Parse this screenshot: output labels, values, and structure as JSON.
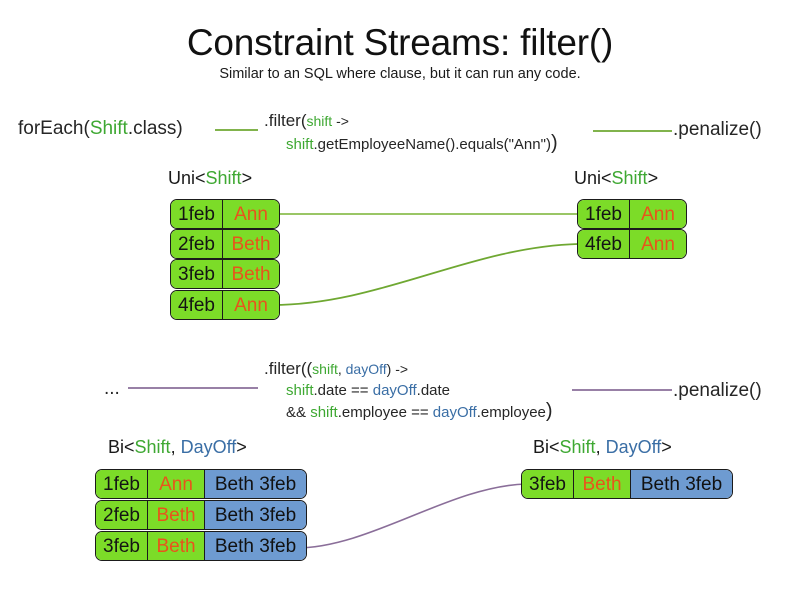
{
  "header": {
    "title": "Constraint Streams: filter()",
    "subtitle": "Similar to an SQL where clause, but it can run any code."
  },
  "colors": {
    "shift_green": "#3EA832",
    "dayoff_blue": "#3A6EA5",
    "box_green": "#7CDC28",
    "box_blue": "#6E9BD1",
    "name_orange": "#E8541C",
    "link_green": "#7DB842",
    "link_purple": "#8A6E99",
    "text": "#262626"
  },
  "uni_section": {
    "source": {
      "prefix": "forEach(",
      "type": "Shift",
      "suffix": ".class)"
    },
    "filter": {
      "line1_prefix": ".filter(",
      "line1_var": "shift",
      "line1_suffix": " ->",
      "line2_var": "shift",
      "line2_body": ".getEmployeeName().equals(\"Ann\")",
      "line2_close": ")"
    },
    "terminal": ".penalize()",
    "left_label": {
      "prefix": "Uni<",
      "type": "Shift",
      "suffix": ">"
    },
    "right_label": {
      "prefix": "Uni<",
      "type": "Shift",
      "suffix": ">"
    },
    "left_rows": [
      {
        "date": "1feb",
        "name": "Ann"
      },
      {
        "date": "2feb",
        "name": "Beth"
      },
      {
        "date": "3feb",
        "name": "Beth"
      },
      {
        "date": "4feb",
        "name": "Ann"
      }
    ],
    "right_rows": [
      {
        "date": "1feb",
        "name": "Ann"
      },
      {
        "date": "4feb",
        "name": "Ann"
      }
    ]
  },
  "bi_section": {
    "source": "...",
    "filter": {
      "line1_prefix": ".filter((",
      "line1_var1": "shift",
      "line1_comma": ", ",
      "line1_var2": "dayOff",
      "line1_suffix": ") ->",
      "line2_var1": "shift",
      "line2_mid": ".date == ",
      "line2_var2": "dayOff",
      "line2_end": ".date",
      "line3_amp": "&& ",
      "line3_var1": "shift",
      "line3_mid": ".employee == ",
      "line3_var2": "dayOff",
      "line3_end": ".employee",
      "line3_close": ")"
    },
    "terminal": ".penalize()",
    "left_label": {
      "prefix": "Bi<",
      "type1": "Shift",
      "comma": ", ",
      "type2": "DayOff",
      "suffix": ">"
    },
    "right_label": {
      "prefix": "Bi<",
      "type1": "Shift",
      "comma": ", ",
      "type2": "DayOff",
      "suffix": ">"
    },
    "left_rows": [
      {
        "date": "1feb",
        "name": "Ann",
        "dayoff": "Beth 3feb"
      },
      {
        "date": "2feb",
        "name": "Beth",
        "dayoff": "Beth 3feb"
      },
      {
        "date": "3feb",
        "name": "Beth",
        "dayoff": "Beth 3feb"
      }
    ],
    "right_rows": [
      {
        "date": "3feb",
        "name": "Beth",
        "dayoff": "Beth 3feb"
      }
    ]
  }
}
